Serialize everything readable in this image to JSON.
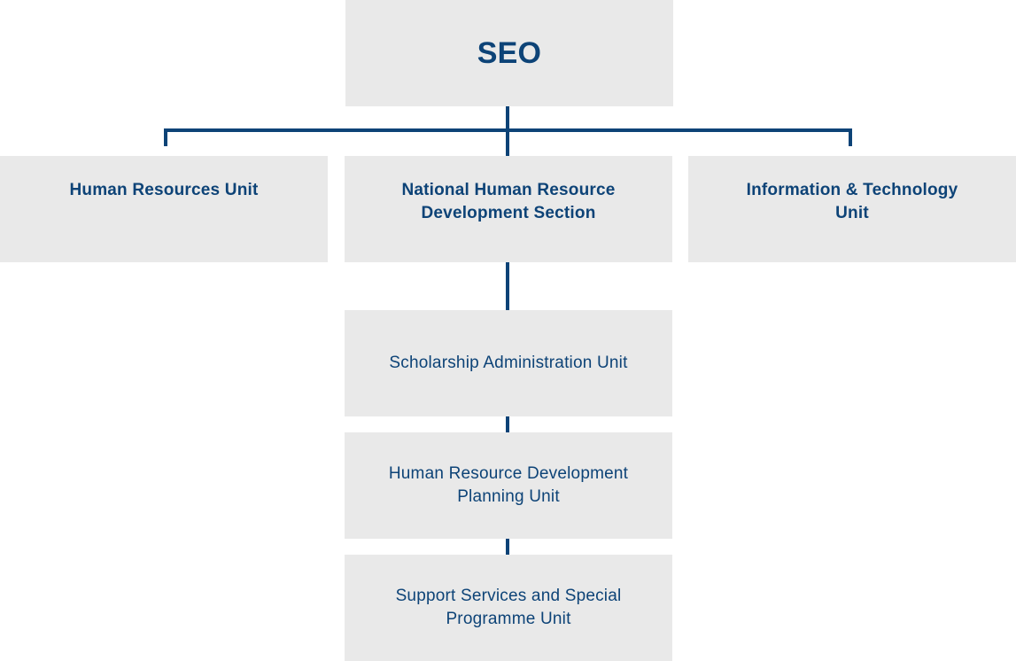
{
  "org_chart": {
    "root": {
      "label": "SEO"
    },
    "level2": [
      {
        "label": "Human Resources Unit"
      },
      {
        "label": "National Human Resource Development Section"
      },
      {
        "label": "Information & Technology Unit"
      }
    ],
    "level3": [
      {
        "label": "Scholarship Administration Unit"
      },
      {
        "label": "Human Resource Development Planning Unit"
      },
      {
        "label": "Support Services and Special Programme Unit"
      }
    ]
  },
  "colors": {
    "box_fill": "#e9e9e9",
    "line": "#0d4377",
    "text": "#0d4377"
  }
}
